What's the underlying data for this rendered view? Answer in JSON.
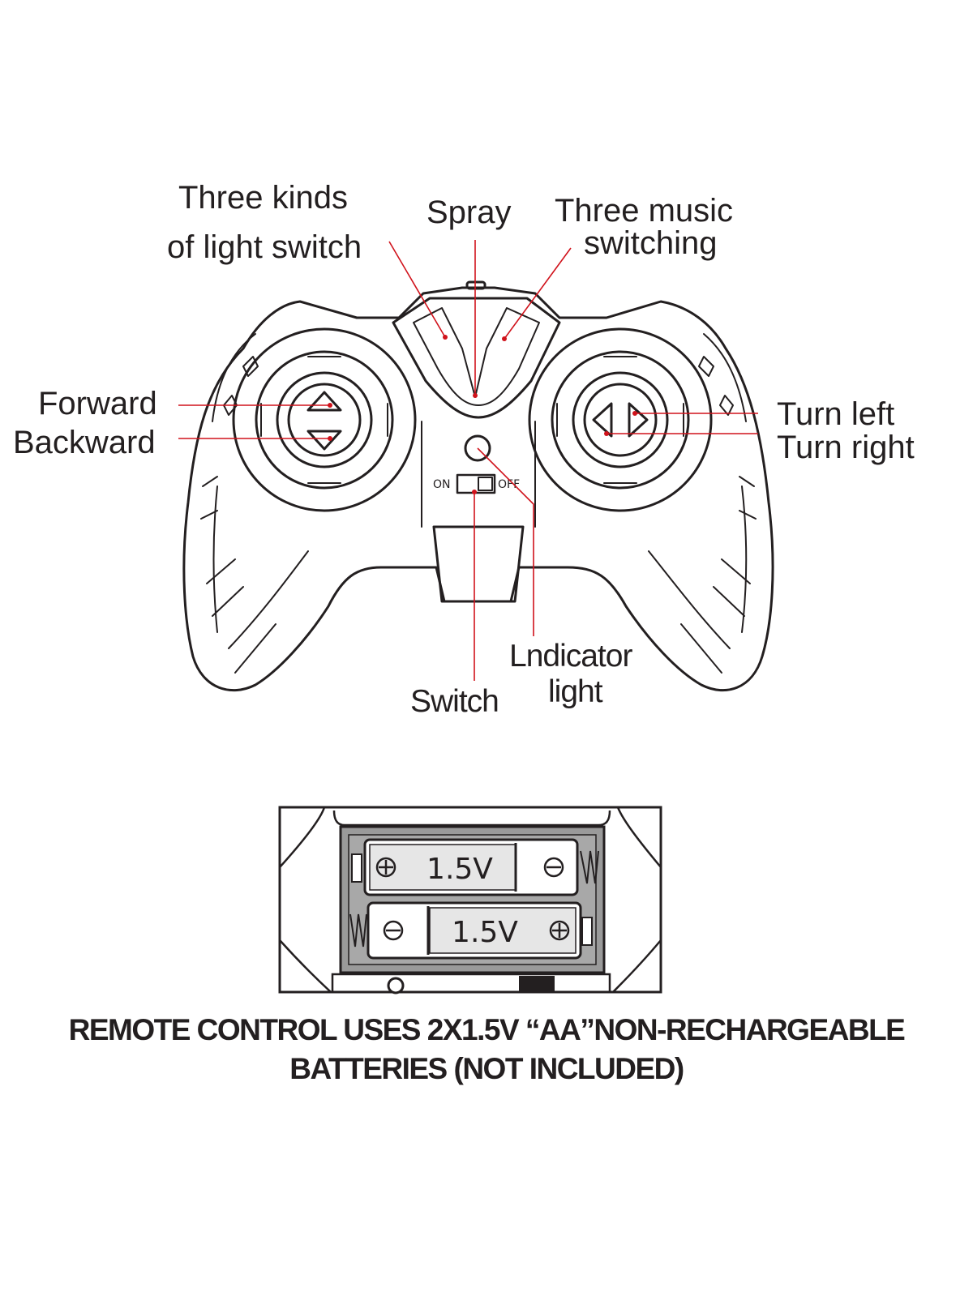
{
  "labels": {
    "light_switch_line1": "Three kinds",
    "light_switch_line2": "of light switch",
    "spray": "Spray",
    "music_line1": "Three music",
    "music_line2": "switching",
    "forward": "Forward",
    "backward": "Backward",
    "turn_left": "Turn left",
    "turn_right": "Turn right",
    "switch_on": "ON",
    "switch_off": "OFF",
    "switch": "Switch",
    "indicator_line1": "Lndicator",
    "indicator_line2": "light"
  },
  "battery": {
    "top_cell_voltage": "1.5V",
    "bottom_cell_voltage": "1.5V"
  },
  "caption": {
    "line1": "REMOTE CONTROL USES 2X1.5V “AA”NON-RECHARGEABLE",
    "line2": "BATTERIES (NOT INCLUDED)"
  },
  "colors": {
    "outline": "#231f20",
    "leader_line": "#d0121b",
    "battery_tray": "#9a9a9a",
    "battery_cell": "#e6e6e6"
  }
}
